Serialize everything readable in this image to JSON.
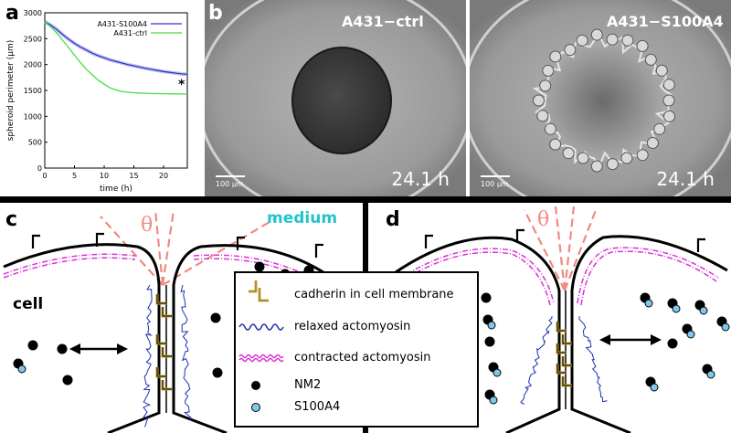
{
  "panels": {
    "a": "a",
    "b": "b",
    "c": "c",
    "d": "d"
  },
  "chart_data": {
    "type": "line",
    "xlabel": "time (h)",
    "ylabel": "spheroid perimeter (μm)",
    "xlim": [
      0,
      24
    ],
    "ylim": [
      0,
      3000
    ],
    "xticks": [
      "0",
      "5",
      "10",
      "15",
      "20"
    ],
    "yticks": [
      "0",
      "500",
      "1000",
      "1500",
      "2000",
      "2500",
      "3000"
    ],
    "legend_position": "top-right",
    "annotation": "*",
    "series": [
      {
        "name": "A431-S100A4",
        "color": "#3333cc",
        "x": [
          0,
          1,
          2,
          3,
          4,
          5,
          6,
          7,
          8,
          9,
          10,
          11,
          12,
          13,
          14,
          15,
          16,
          17,
          18,
          19,
          20,
          21,
          22,
          23,
          24
        ],
        "y": [
          2830,
          2760,
          2680,
          2580,
          2490,
          2410,
          2340,
          2280,
          2220,
          2170,
          2130,
          2090,
          2060,
          2030,
          2000,
          1975,
          1950,
          1925,
          1905,
          1885,
          1865,
          1850,
          1835,
          1820,
          1810
        ]
      },
      {
        "name": "A431-ctrl",
        "color": "#44dd44",
        "x": [
          0,
          1,
          2,
          3,
          4,
          5,
          6,
          7,
          8,
          9,
          10,
          11,
          12,
          13,
          14,
          15,
          16,
          17,
          18,
          19,
          20,
          21,
          22,
          23,
          24
        ],
        "y": [
          2830,
          2730,
          2610,
          2470,
          2330,
          2180,
          2040,
          1910,
          1800,
          1700,
          1620,
          1550,
          1510,
          1480,
          1465,
          1455,
          1450,
          1445,
          1440,
          1438,
          1436,
          1435,
          1433,
          1432,
          1430
        ]
      }
    ]
  },
  "micrographs": [
    {
      "title": "A431−ctrl",
      "time": "24.1 h",
      "scale": "100 µm"
    },
    {
      "title": "A431−S100A4",
      "time": "24.1 h",
      "scale": "100 µm"
    }
  ],
  "schematic": {
    "theta": "θ",
    "medium": "medium",
    "cell": "cell",
    "legend": {
      "cadherin": "cadherin in cell membrane",
      "relaxed": "relaxed actomyosin",
      "contracted": "contracted actomyosin",
      "nm2": "NM2",
      "s100a4": "S100A4"
    },
    "colors": {
      "membrane": "#000000",
      "relaxed": "#1f2fb0",
      "contracted": "#d633d6",
      "cadherin": "#c9a227",
      "s100a4": "#7ec8ee",
      "theta": "#f08a80",
      "medium": "#22c5cc"
    }
  }
}
